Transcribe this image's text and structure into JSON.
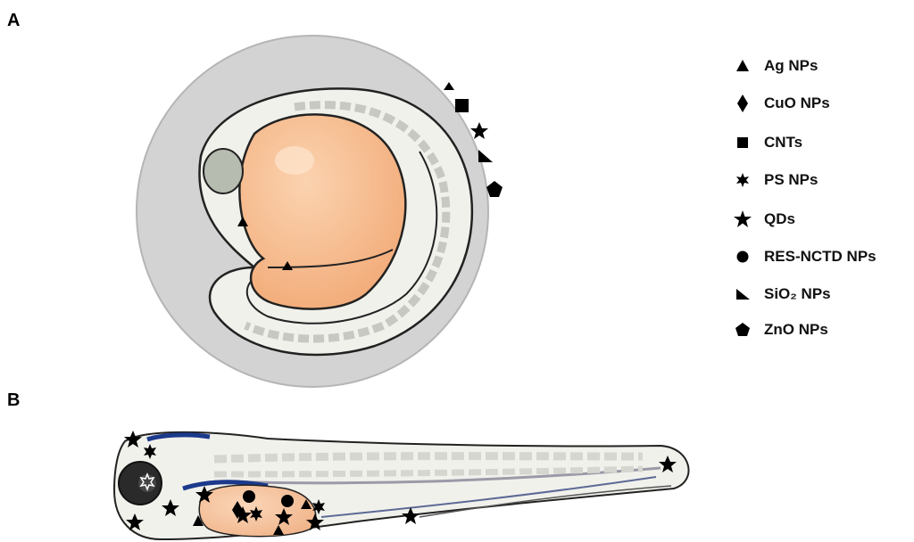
{
  "panels": {
    "a": "A",
    "b": "B"
  },
  "legend": [
    {
      "symbol": "triangle-icon",
      "text": "Ag NPs"
    },
    {
      "symbol": "diamond-icon",
      "text": "CuO NPs"
    },
    {
      "symbol": "square-icon",
      "text": "CNTs"
    },
    {
      "symbol": "burst-icon",
      "text": "PS NPs"
    },
    {
      "symbol": "star-icon",
      "text": "QDs"
    },
    {
      "symbol": "circle-icon",
      "text": "RES-NCTD NPs"
    },
    {
      "symbol": "right-triangle-icon",
      "text": "SiO₂ NPs"
    },
    {
      "symbol": "pentagon-icon",
      "text": "ZnO NPs"
    }
  ],
  "colors": {
    "chorion": "#d4d4d4",
    "embryo_body": "#f1f1ec",
    "yolk": "#f7b98c",
    "eye_embryo": "#b7bcb1",
    "larva_eye": "#2a2a2a",
    "pigment": "#1c3a8c"
  }
}
